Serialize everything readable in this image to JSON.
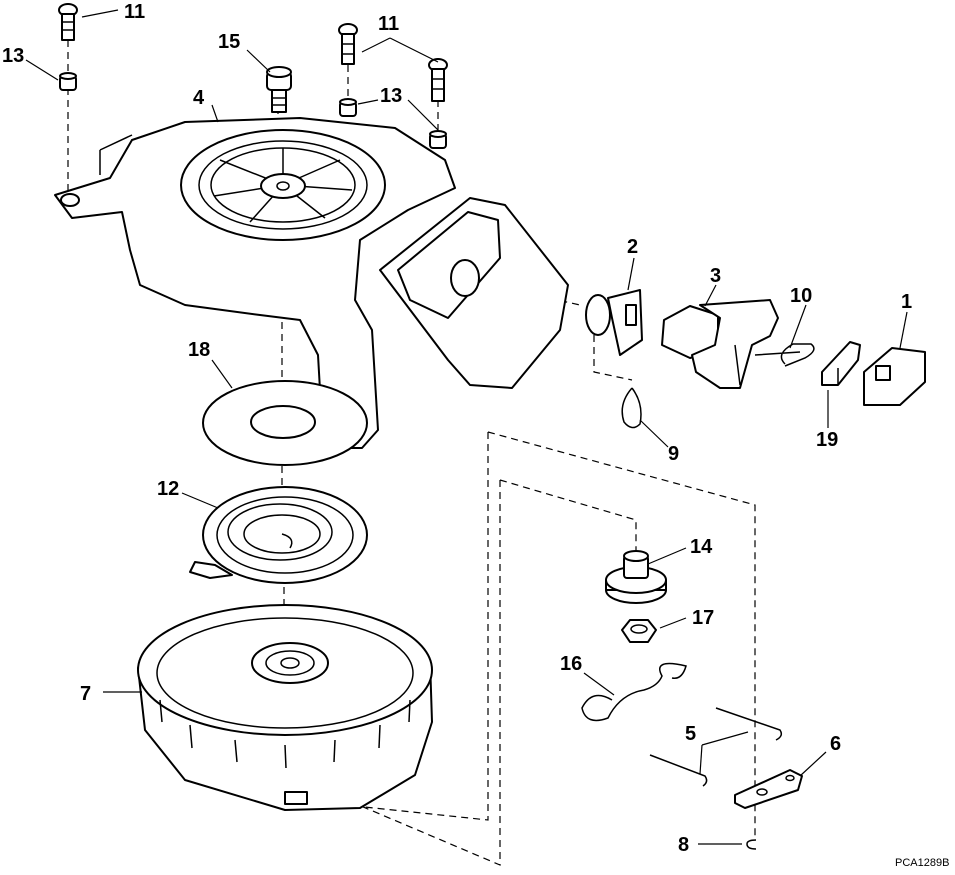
{
  "figure_code": "PCA1289B",
  "callouts": [
    "1",
    "2",
    "3",
    "4",
    "5",
    "6",
    "7",
    "8",
    "9",
    "10",
    "11",
    "12",
    "13",
    "14",
    "15",
    "16",
    "17",
    "18",
    "19"
  ]
}
